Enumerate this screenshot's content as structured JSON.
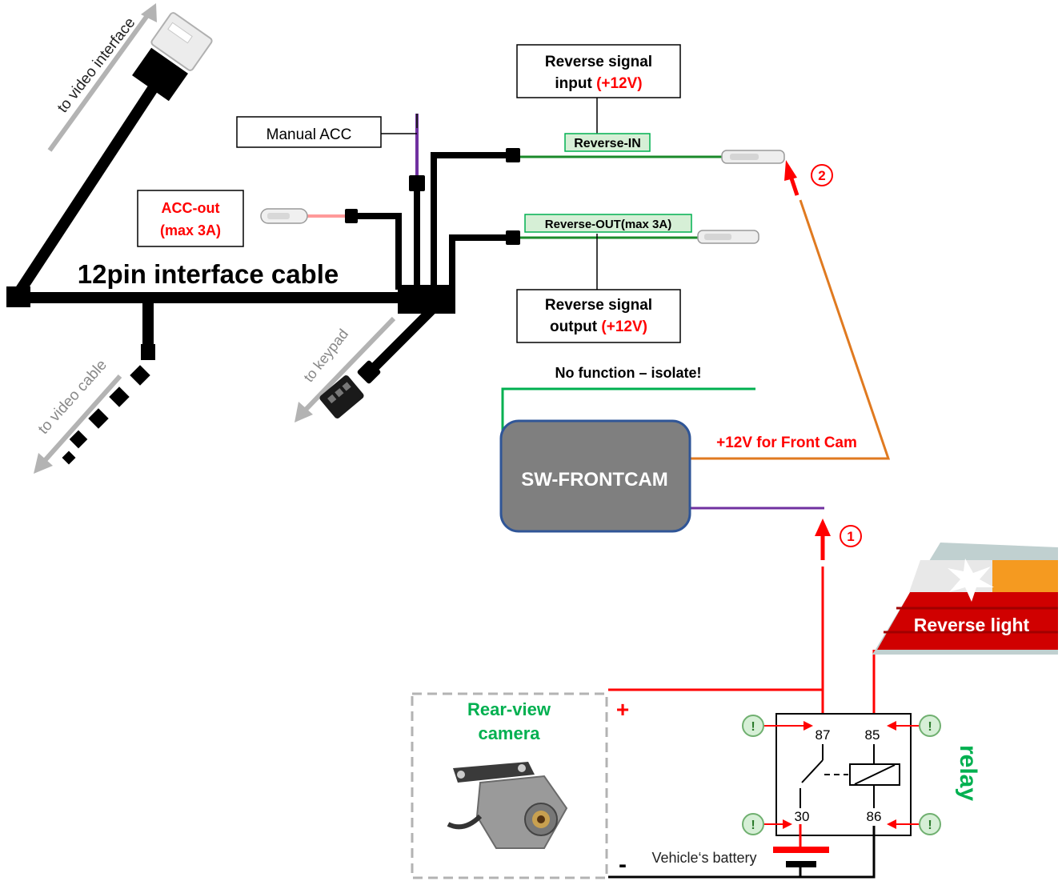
{
  "labels": {
    "to_video_interface": "to video interface",
    "manual_acc": "Manual ACC",
    "rev_in_box_line1": "Reverse signal",
    "rev_in_box_line2a": "input ",
    "rev_in_box_line2b": "(+12V)",
    "reverse_in": "Reverse-IN",
    "acc_out_line1": "ACC-out",
    "acc_out_line2": "(max 3A)",
    "reverse_out": "Reverse-OUT(max 3A)",
    "cable_title": "12pin interface cable",
    "rev_out_box_line1": "Reverse signal",
    "rev_out_box_line2a": "output ",
    "rev_out_box_line2b": "(+12V)",
    "to_keypad": "to keypad",
    "to_video_cable": "to video cable",
    "no_function": "No function – isolate!",
    "sw_frontcam": "SW-FRONTCAM",
    "front_cam_power": "+12V for Front Cam",
    "marker_1": "1",
    "marker_2": "2",
    "reverse_light": "Reverse light",
    "rear_camera_line1": "Rear-view",
    "rear_camera_line2": "camera",
    "plus": "+",
    "minus": "-",
    "vehicle_battery": "Vehicle‘s battery",
    "relay": "relay",
    "pin_87": "87",
    "pin_85": "85",
    "pin_30": "30",
    "pin_86": "86",
    "warn": "!"
  },
  "colors": {
    "cable": "#000000",
    "green_wire": "#1a8a2a",
    "orange_wire": "#e07a20",
    "purple_wire": "#7030a0",
    "red_wire": "#ff0000",
    "accent_green": "#00b050",
    "module_fill": "#7f7f7f",
    "module_border": "#2f5597"
  }
}
